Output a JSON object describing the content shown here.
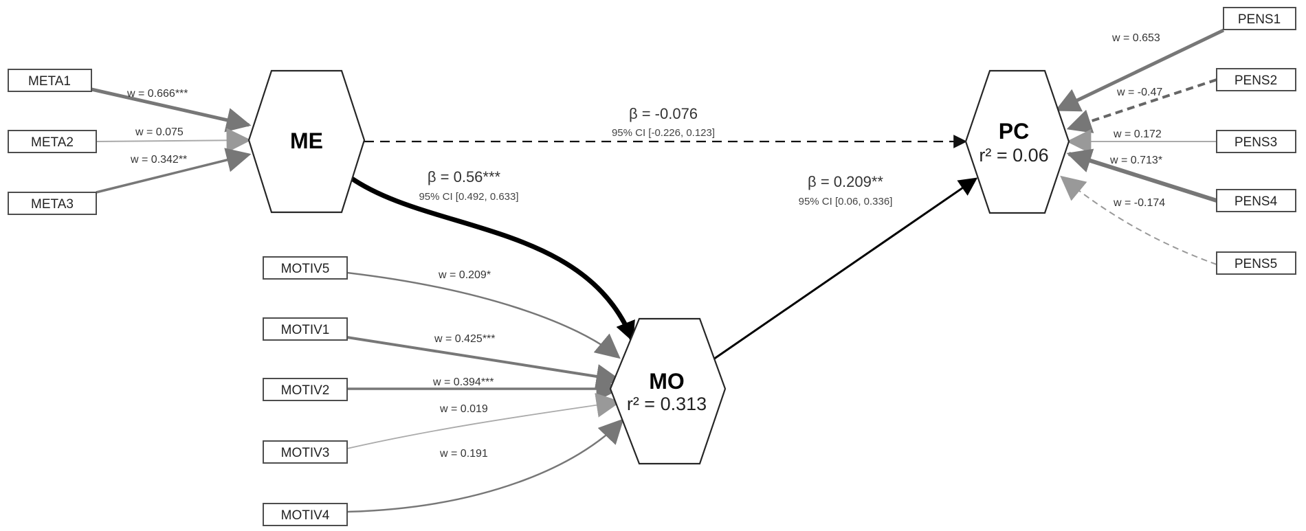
{
  "colors": {
    "background": "#ffffff",
    "strong_path": "#000000",
    "weight_path": "#777777",
    "light_path": "#aaaaaa",
    "outline": "#262626"
  },
  "indicators": {
    "meta1": "META1",
    "meta2": "META2",
    "meta3": "META3",
    "motiv5": "MOTIV5",
    "motiv1": "MOTIV1",
    "motiv2": "MOTIV2",
    "motiv3": "MOTIV3",
    "motiv4": "MOTIV4",
    "pens1": "PENS1",
    "pens2": "PENS2",
    "pens3": "PENS3",
    "pens4": "PENS4",
    "pens5": "PENS5"
  },
  "constructs": {
    "me": {
      "name": "ME"
    },
    "mo": {
      "name": "MO",
      "r2": "r² = 0.313"
    },
    "pc": {
      "name": "PC",
      "r2": "r² = 0.06"
    }
  },
  "weights": {
    "meta1": "w = 0.666***",
    "meta2": "w = 0.075",
    "meta3": "w = 0.342**",
    "motiv5": "w = 0.209*",
    "motiv1": "w = 0.425***",
    "motiv2": "w = 0.394***",
    "motiv3": "w = 0.019",
    "motiv4": "w = 0.191",
    "pens1": "w = 0.653",
    "pens2": "w = -0.47",
    "pens3": "w = 0.172",
    "pens4": "w = 0.713*",
    "pens5": "w = -0.174"
  },
  "paths": {
    "me_pc": {
      "beta": "β = -0.076",
      "ci": "95% CI [-0.226, 0.123]"
    },
    "me_mo": {
      "beta": "β = 0.56***",
      "ci": "95% CI [0.492, 0.633]"
    },
    "mo_pc": {
      "beta": "β = 0.209**",
      "ci": "95% CI [0.06, 0.336]"
    }
  }
}
